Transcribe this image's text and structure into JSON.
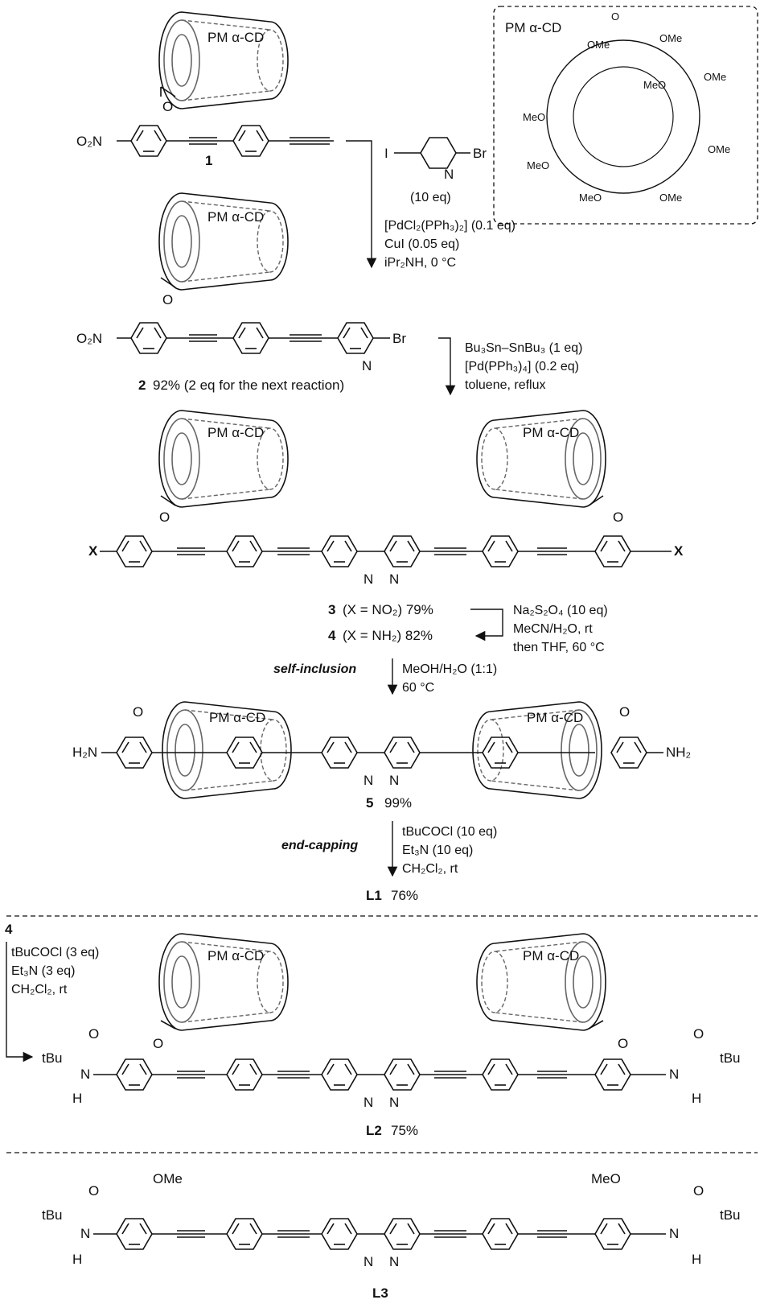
{
  "cd_label": "PM α-CD",
  "inset": {
    "title": "PM α-CD",
    "ome_label": "OMe",
    "meo_label": "MeO",
    "o_label": "O"
  },
  "compounds": {
    "c1": {
      "label": "1",
      "no2": "O₂N"
    },
    "c2": {
      "label": "2",
      "caption": "92% (2 eq for the next reaction)",
      "br": "Br",
      "n": "N"
    },
    "c3": {
      "line": "(X = NO₂)  79%",
      "num": "3"
    },
    "c4": {
      "line": "(X = NH₂)  82%",
      "num": "4"
    },
    "c5": {
      "label": "5",
      "yield": "99%"
    },
    "L1": {
      "label": "L1",
      "yield": "76%"
    },
    "L2": {
      "label": "L2",
      "yield": "75%"
    },
    "L3": {
      "label": "L3"
    }
  },
  "atoms": {
    "X": "X",
    "N": "N",
    "O": "O",
    "NH2": "NH₂",
    "H2N": "H₂N",
    "OMe": "OMe",
    "MeO": "MeO",
    "tBu": "tBu",
    "H": "H",
    "I": "I",
    "Br": "Br"
  },
  "steps": {
    "s1": {
      "reagent": "(10 eq)",
      "lines": [
        "[PdCl₂(PPh₃)₂] (0.1 eq)",
        "CuI (0.05 eq)",
        "iPr₂NH, 0 °C"
      ]
    },
    "s2": {
      "lines": [
        "Bu₃Sn–SnBu₃ (1 eq)",
        "[Pd(PPh₃)₄] (0.2 eq)",
        "toluene, reflux"
      ]
    },
    "s3": {
      "lines": [
        "Na₂S₂O₄ (10 eq)",
        "MeCN/H₂O, rt",
        "then THF, 60 °C"
      ]
    },
    "s4": {
      "tag": "self-inclusion",
      "lines": [
        "MeOH/H₂O (1:1)",
        "60 °C"
      ]
    },
    "s5": {
      "tag": "end-capping",
      "lines": [
        "tBuCOCl (10 eq)",
        "Et₃N (10 eq)",
        "CH₂Cl₂, rt"
      ]
    },
    "s6": {
      "start": "4",
      "lines": [
        "tBuCOCl (3 eq)",
        "Et₃N (3 eq)",
        "CH₂Cl₂, rt"
      ]
    }
  }
}
